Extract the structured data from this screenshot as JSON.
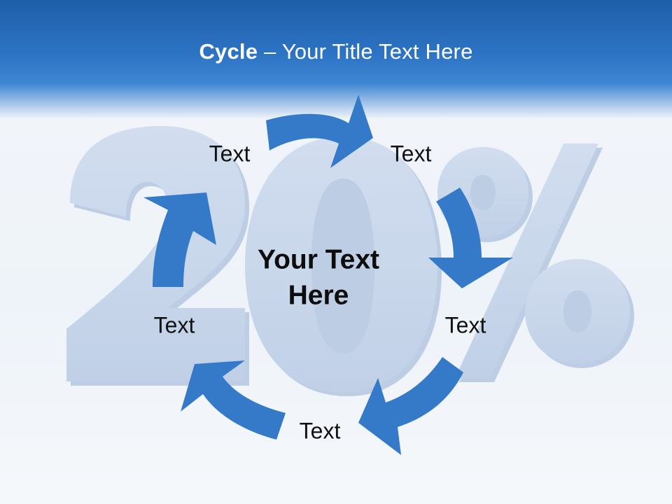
{
  "slide": {
    "title_bold": "Cycle",
    "title_rest": " – Your Title Text Here",
    "center_text_line1": "Your Text",
    "center_text_line2": "Here",
    "background_graphic_text": "20%"
  },
  "cycle_labels": [
    {
      "id": "top-left",
      "text": "Text"
    },
    {
      "id": "top-right",
      "text": "Text"
    },
    {
      "id": "right",
      "text": "Text"
    },
    {
      "id": "bottom",
      "text": "Text"
    },
    {
      "id": "left",
      "text": "Text"
    }
  ],
  "colors": {
    "header_blue": "#2c73c4",
    "arrow_blue": "#347ac8",
    "watermark_blue": "#c6d5ea"
  }
}
